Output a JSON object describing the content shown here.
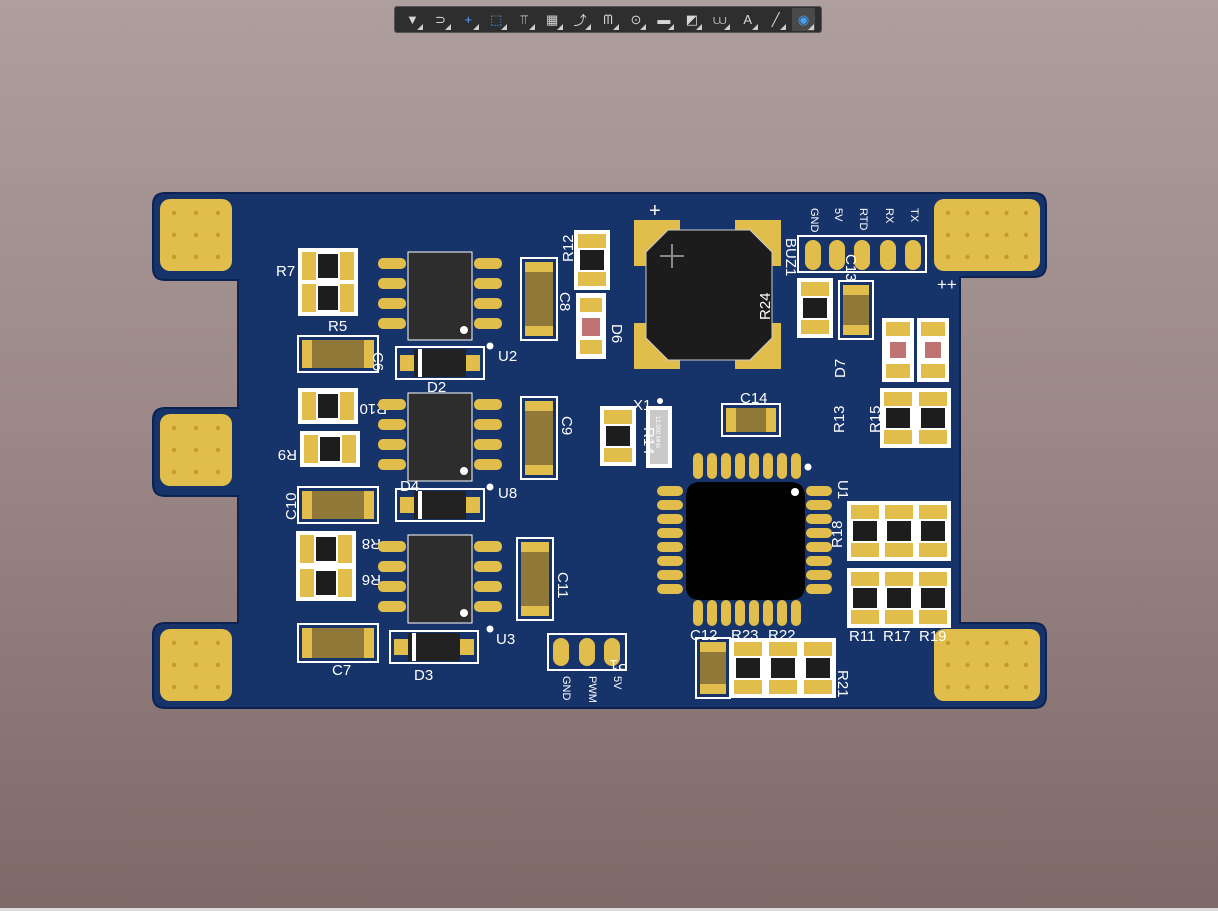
{
  "toolbar": {
    "tools": [
      {
        "name": "filter-icon",
        "glyph": "▼"
      },
      {
        "name": "route-icon",
        "glyph": "⊃"
      },
      {
        "name": "cross-probe-icon",
        "glyph": "+"
      },
      {
        "name": "select-rect-icon",
        "glyph": "⬚"
      },
      {
        "name": "align-icon",
        "glyph": "⫪"
      },
      {
        "name": "component-icon",
        "glyph": "▦"
      },
      {
        "name": "interactive-route-icon",
        "glyph": "⤴"
      },
      {
        "name": "diff-pair-icon",
        "glyph": "ᗰ"
      },
      {
        "name": "via-icon",
        "glyph": "⊙"
      },
      {
        "name": "fill-icon",
        "glyph": "▬"
      },
      {
        "name": "polygon-icon",
        "glyph": "◩"
      },
      {
        "name": "dimension-icon",
        "glyph": "⩊"
      },
      {
        "name": "text-icon",
        "glyph": "A"
      },
      {
        "name": "line-icon",
        "glyph": "╱"
      },
      {
        "name": "view-3d-icon",
        "glyph": "◉"
      }
    ]
  },
  "board": {
    "colors": {
      "substrate": "#16336a",
      "edge": "#0c2250",
      "pad": "#e1bd4c",
      "silk": "#ffffff",
      "chip": "#2a2a2a",
      "bg_top": "#ae9e9e",
      "bg_bottom": "#7f6968"
    },
    "designators": {
      "R7": "R7",
      "R5": "R5",
      "C6": "C6",
      "D2": "D2",
      "U2": "U2",
      "R10": "R10",
      "R9": "R9",
      "U8": "U8",
      "D4": "D4",
      "C10": "C10",
      "R8": "R8",
      "R6": "R6",
      "C7": "C7",
      "D3": "D3",
      "U3": "U3",
      "C8": "C8",
      "C9": "C9",
      "C11": "C11",
      "R12": "R12",
      "D6": "D6",
      "BUZ1": "BUZ1",
      "R24": "R24",
      "C13": "C13",
      "D7": "D7",
      "X1": "X1",
      "R14": "R14",
      "C14": "C14",
      "R13": "R13",
      "R15": "R15",
      "U1": "U1",
      "R18": "R18",
      "R11": "R11",
      "R17": "R17",
      "R19": "R19",
      "C12": "C12",
      "R23": "R23",
      "R22": "R22",
      "R21": "R21",
      "P1": "P1"
    },
    "header_top_labels": [
      "GND",
      "5V",
      "RTD",
      "RX",
      "TX"
    ],
    "p1_labels": [
      "GND",
      "PWM",
      "5V"
    ],
    "buzzer_plus": "+",
    "plus_marks": "++",
    "crystal_text": "12.000 MHz"
  }
}
